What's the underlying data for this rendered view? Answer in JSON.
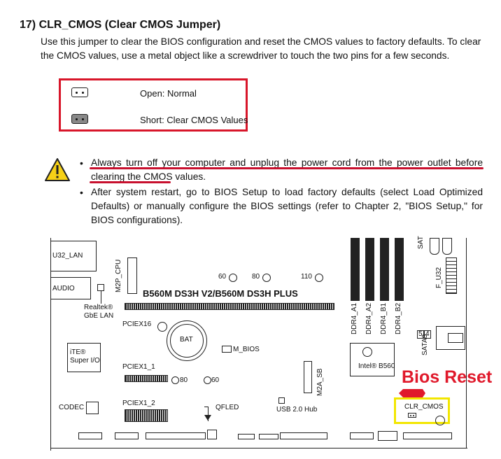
{
  "section": {
    "title": "17) CLR_CMOS (Clear CMOS Jumper)",
    "description": "Use this jumper to clear the BIOS configuration and reset the CMOS values to factory defaults. To clear the CMOS values, use a metal object like a screwdriver to touch the two pins for a few seconds."
  },
  "jumper_table": {
    "open_label": "Open: Normal",
    "short_label": "Short: Clear CMOS Values"
  },
  "notes": {
    "bullet": "•",
    "note1": "Always turn off your computer and unplug the power cord from the power outlet before clearing the CMOS values.",
    "note2": "After system restart, go to BIOS Setup to load factory defaults (select Load Optimized Defaults) or manually configure the BIOS settings (refer to Chapter 2, \"BIOS Setup,\" for BIOS configurations)."
  },
  "board": {
    "model": "B560M DS3H V2/B560M DS3H PLUS",
    "u32_lan": "U32_LAN",
    "audio": "AUDIO",
    "realtek": "Realtek®",
    "gbe_lan": "GbE LAN",
    "m2p_cpu": "M2P_CPU",
    "fan_60": "60",
    "fan_80": "80",
    "fan_110": "110",
    "pciex16": "PCIEX16",
    "bat": "BAT",
    "m_bios": "M_BIOS",
    "ite": "iTE®",
    "super_io": "Super I/O",
    "pciex1_1": "PCIEX1_1",
    "pcie_80": "80",
    "pcie_60": "60",
    "m2a_sb": "M2A_SB",
    "intel": "Intel® B560",
    "codec": "CODEC",
    "pciex1_2": "PCIEX1_2",
    "qfled": "QFLED",
    "usb_hub": "USB 2.0 Hub",
    "clr_cmos": "CLR_CMOS",
    "ddr4_a1": "DDR4_A1",
    "ddr4_a2": "DDR4_A2",
    "ddr4_b1": "DDR4_B1",
    "ddr4_b2": "DDR4_B2",
    "sata_top": "SAT",
    "f_u32": "F_U32",
    "sata3": "SATA3",
    "sata_5": "5",
    "sata_4": "4"
  },
  "annotation": {
    "text": "Bios Reset",
    "color": "#e0192b",
    "highlight_color": "#f2e600"
  }
}
